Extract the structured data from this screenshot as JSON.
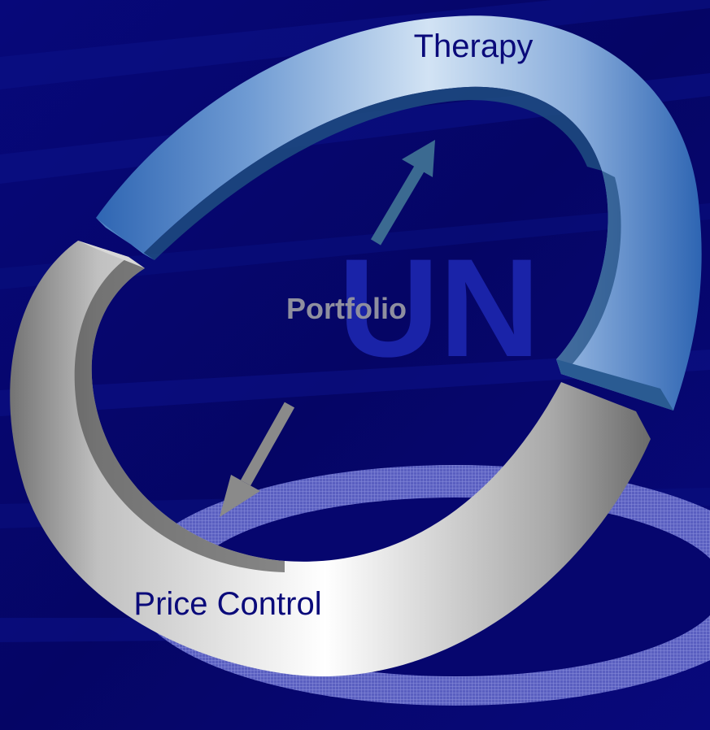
{
  "diagram": {
    "watermark": "UN",
    "labels": {
      "top": "Therapy",
      "center": "Portfolio",
      "bottom": "Price Control"
    },
    "colors": {
      "background": "#06066e",
      "stripe": "#0c1288",
      "watermark": "#1a23a8",
      "blue_arc_light": "#d2e3f4",
      "blue_arc_mid": "#6f9bd3",
      "blue_arc_dark": "#2f66b3",
      "blue_arc_side": "#1f4d80",
      "gray_arc_light": "#ffffff",
      "gray_arc_mid": "#b9b9b9",
      "gray_arc_dark": "#6a6a6a",
      "up_arrow": "#3b6a91",
      "down_arrow": "#8a8a8a",
      "label_dark": "#0a0a7a",
      "label_gray": "#8f8f9f"
    }
  }
}
